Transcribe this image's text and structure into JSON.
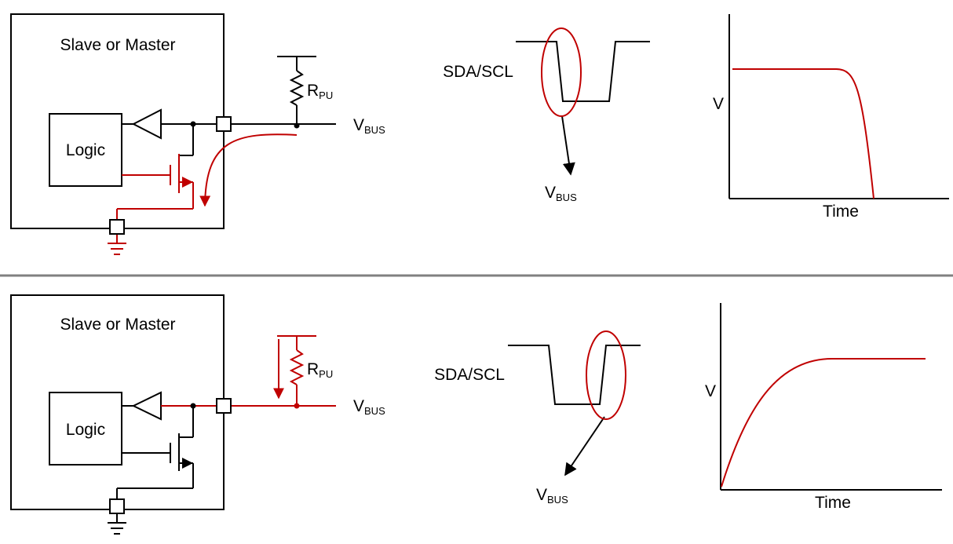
{
  "colors": {
    "active": "#c00000",
    "wire": "#000000",
    "divider": "#808080"
  },
  "top_panel": {
    "block_title": "Slave or Master",
    "logic_label": "Logic",
    "resistor_label": "R",
    "resistor_sub": "PU",
    "bus_label": "V",
    "bus_sub": "BUS",
    "signal_label": "SDA/SCL",
    "callout_label": "V",
    "callout_sub": "BUS",
    "graph_y_label": "V",
    "graph_x_label": "Time",
    "graph_curve": "falling"
  },
  "bottom_panel": {
    "block_title": "Slave or Master",
    "logic_label": "Logic",
    "resistor_label": "R",
    "resistor_sub": "PU",
    "bus_label": "V",
    "bus_sub": "BUS",
    "signal_label": "SDA/SCL",
    "callout_label": "V",
    "callout_sub": "BUS",
    "graph_y_label": "V",
    "graph_x_label": "Time",
    "graph_curve": "rising"
  }
}
